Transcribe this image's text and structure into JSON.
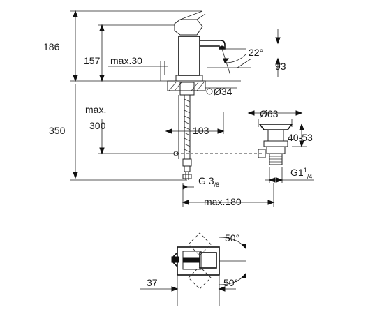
{
  "dimensions": {
    "overall_height": "186",
    "spout_height": "157",
    "max_30": "max.30",
    "spout_angle": "22°",
    "spout_reach_height": "93",
    "hole_diameter": "Ø34",
    "max_label": "max.",
    "total_height": "350",
    "max_300": "300",
    "spout_projection": "103",
    "waste_diameter": "Ø63",
    "waste_range": "40-53",
    "thread_inlet_main": "G 3",
    "thread_inlet_fraction": "/8",
    "thread_waste_main": "G1",
    "thread_waste_sup": "1",
    "thread_waste_sub": "/4",
    "max_180": "max.180",
    "handle_angle_top": "50°",
    "handle_angle_bottom": "50°",
    "base_width": "37"
  }
}
